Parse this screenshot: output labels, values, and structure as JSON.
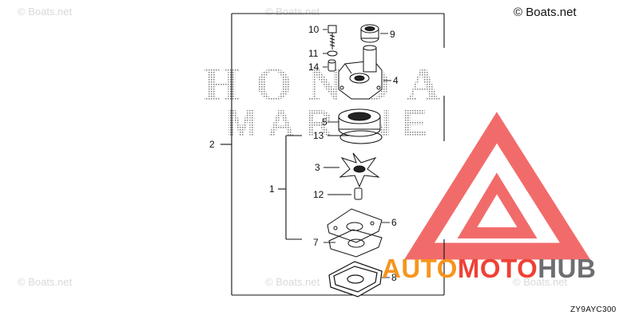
{
  "watermark_text": "© Boats.net",
  "copyright_text": "© Boats.net",
  "brand_bg_line1": "HONDA",
  "brand_bg_line2": "MARINE",
  "parts": {
    "p1": "1",
    "p2": "2",
    "p3": "3",
    "p4": "4",
    "p5": "5",
    "p6": "6",
    "p7": "7",
    "p8": "8",
    "p9": "9",
    "p10": "10",
    "p11": "11",
    "p12": "12",
    "p13": "13",
    "p14": "14"
  },
  "diagram_code": "ZY9AYC300",
  "logo": {
    "part1": "AUTO",
    "part2": "MOTO",
    "part3": "HUB"
  },
  "colors": {
    "logo_orange": "#f7941d",
    "logo_red": "#ef4136",
    "logo_grey": "#6d6e71",
    "triangle": "#f26b6b"
  }
}
